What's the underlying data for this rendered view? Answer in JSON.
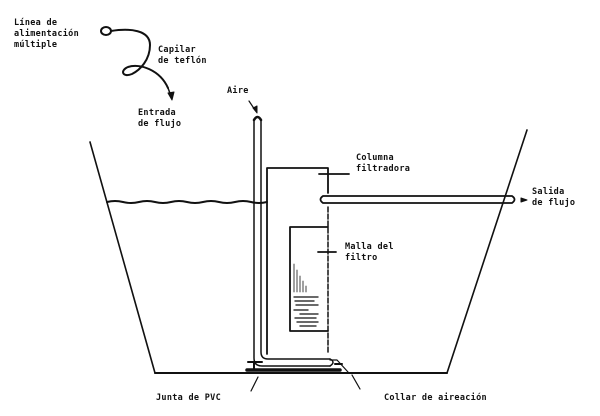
{
  "diagram": {
    "type": "aquarium-filter-schematic",
    "labels": {
      "feed_line": [
        "Línea de",
        "alimentación",
        "múltiple"
      ],
      "capillary": [
        "Capilar",
        "de teflón"
      ],
      "flow_inlet": [
        "Entrada",
        "de flujo"
      ],
      "air": "Aire",
      "filter_column": [
        "Columna",
        "filtradora"
      ],
      "flow_outlet": [
        "Salida",
        "de flujo"
      ],
      "filter_mesh": [
        "Malla del",
        "filtro"
      ],
      "pvc_joint": "Junta de PVC",
      "aeration_collar": "Collar de aireación"
    },
    "line_color": "#111111",
    "background": "#ffffff"
  }
}
